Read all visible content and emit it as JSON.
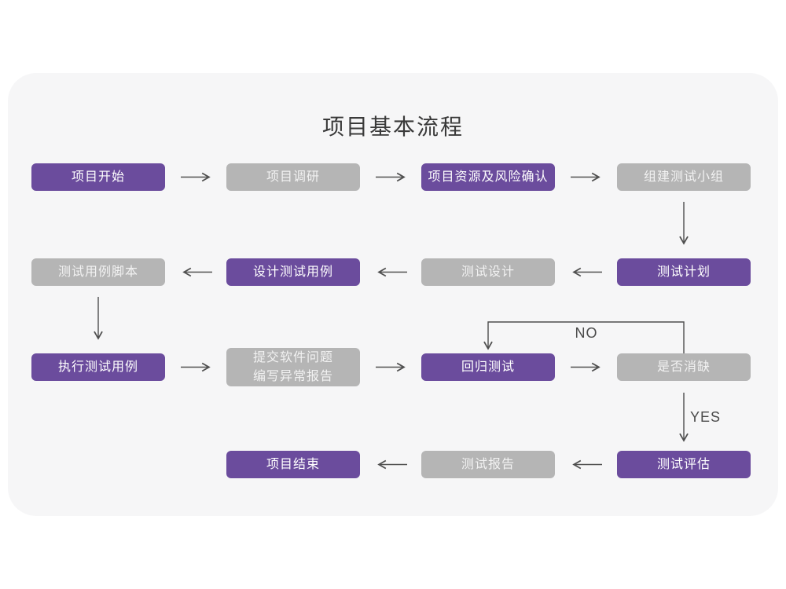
{
  "title": "项目基本流程",
  "branch_labels": {
    "no": "NO",
    "yes": "YES"
  },
  "colors": {
    "node_purple": "#6B4C9D",
    "node_gray": "#B5B5B5",
    "card_background": "#F6F6F7",
    "arrow": "#4F4F4F",
    "title_text": "#3A3A3A"
  },
  "nodes": [
    {
      "label": "项目开始",
      "variant": "purple"
    },
    {
      "label": "项目调研",
      "variant": "gray"
    },
    {
      "label": "项目资源及风险确认",
      "variant": "purple"
    },
    {
      "label": "组建测试小组",
      "variant": "gray"
    },
    {
      "label": "测试计划",
      "variant": "purple"
    },
    {
      "label": "测试设计",
      "variant": "gray"
    },
    {
      "label": "设计测试用例",
      "variant": "purple"
    },
    {
      "label": "测试用例脚本",
      "variant": "gray"
    },
    {
      "label": "执行测试用例",
      "variant": "purple"
    },
    {
      "label": "提交软件问题\n编写异常报告",
      "variant": "gray"
    },
    {
      "label": "回归测试",
      "variant": "purple"
    },
    {
      "label": "是否消缺",
      "variant": "gray"
    },
    {
      "label": "测试评估",
      "variant": "purple"
    },
    {
      "label": "测试报告",
      "variant": "gray"
    },
    {
      "label": "项目结束",
      "variant": "purple"
    }
  ],
  "flow_connections": [
    "项目开始 → 项目调研",
    "项目调研 → 项目资源及风险确认",
    "项目资源及风险确认 → 组建测试小组",
    "组建测试小组 → 测试计划",
    "测试计划 → 测试设计",
    "测试设计 → 设计测试用例",
    "设计测试用例 → 测试用例脚本",
    "测试用例脚本 → 执行测试用例",
    "执行测试用例 → 提交软件问题 编写异常报告",
    "提交软件问题 编写异常报告 → 回归测试",
    "回归测试 → 是否消缺",
    "是否消缺 → NO → 回归测试",
    "是否消缺 → YES → 测试评估",
    "测试评估 → 测试报告",
    "测试报告 → 项目结束"
  ]
}
